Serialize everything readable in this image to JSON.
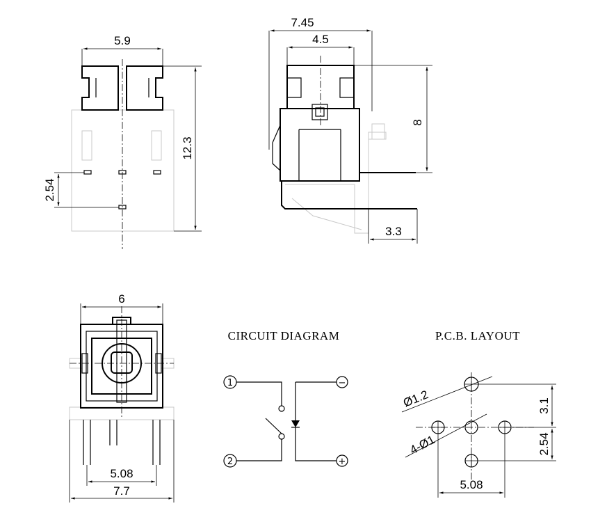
{
  "titles": {
    "circuit": "CIRCUIT DIAGRAM",
    "pcb": "P.C.B. LAYOUT"
  },
  "front_view": {
    "width": "5.9",
    "height": "12.3",
    "pitch": "2.54"
  },
  "side_view": {
    "depth": "7.45",
    "top_width": "4.5",
    "height": "8",
    "lead": "3.3"
  },
  "bottom_view": {
    "width": "6",
    "pin_span": "5.08",
    "overall": "7.7"
  },
  "circuit": {
    "pin1": "1",
    "pin2": "2",
    "minus": "−",
    "plus": "+"
  },
  "pcb": {
    "big_hole": "Ø1.2",
    "small_holes": "4-Ø1",
    "row_offset": "3.1",
    "pitch_v": "2.54",
    "pitch_h": "5.08"
  }
}
